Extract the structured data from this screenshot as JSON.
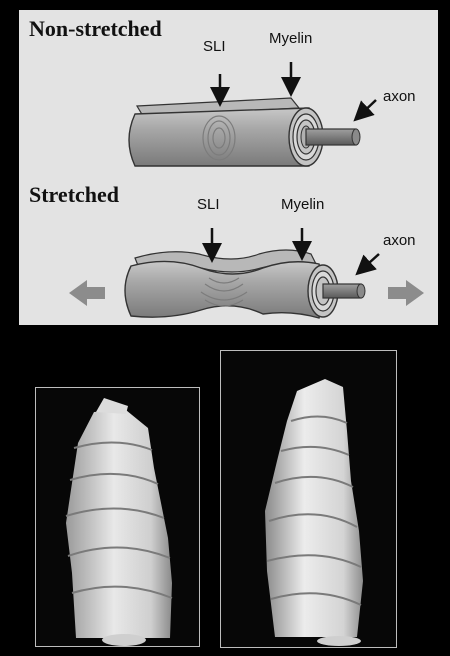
{
  "diagram": {
    "non_stretched": {
      "heading": "Non-stretched",
      "sli_label": "SLI",
      "myelin_label": "Myelin",
      "axon_label": "axon"
    },
    "stretched": {
      "heading": "Stretched",
      "sli_label": "SLI",
      "myelin_label": "Myelin",
      "axon_label": "axon"
    }
  },
  "photos": {
    "left": {
      "icon": "wrapped-bandage-model-photo"
    },
    "right": {
      "icon": "stretched-bandage-model-photo"
    }
  },
  "colors": {
    "panel_bg": "#e3e3e3",
    "sheath": "#9a9a9a",
    "background": "#000000",
    "arrow": "#8c8c8c"
  }
}
